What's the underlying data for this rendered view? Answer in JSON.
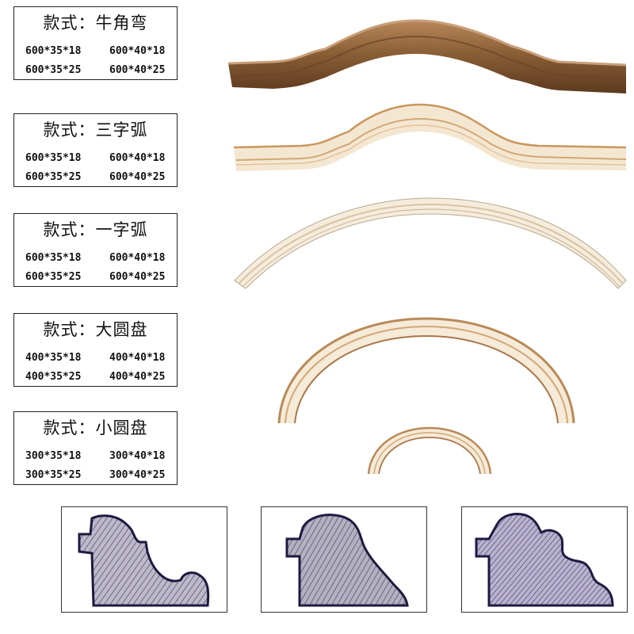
{
  "styles": [
    {
      "title": "款式：牛角弯",
      "sizes": [
        "600*35*18",
        "600*40*18",
        "600*35*25",
        "600*40*25"
      ]
    },
    {
      "title": "款式：三字弧",
      "sizes": [
        "600*35*18",
        "600*40*18",
        "600*35*25",
        "600*40*25"
      ]
    },
    {
      "title": "款式：一字弧",
      "sizes": [
        "600*35*18",
        "600*40*18",
        "600*35*25",
        "600*40*25"
      ]
    },
    {
      "title": "款式：大圆盘",
      "sizes": [
        "400*35*18",
        "400*40*18",
        "400*35*25",
        "400*40*25"
      ]
    },
    {
      "title": "款式：小圆盘",
      "sizes": [
        "300*35*18",
        "300*40*18",
        "300*35*25",
        "300*40*25"
      ]
    }
  ],
  "colors": {
    "border": "#222222",
    "dark_wood": "#7a5230",
    "dark_wood_top": "#a77a4f",
    "light_wood": "#f3e7d3",
    "wood_grain": "#c9975c",
    "sketch_fill": "#b6b2c2",
    "sketch_ink": "#2a2550"
  }
}
